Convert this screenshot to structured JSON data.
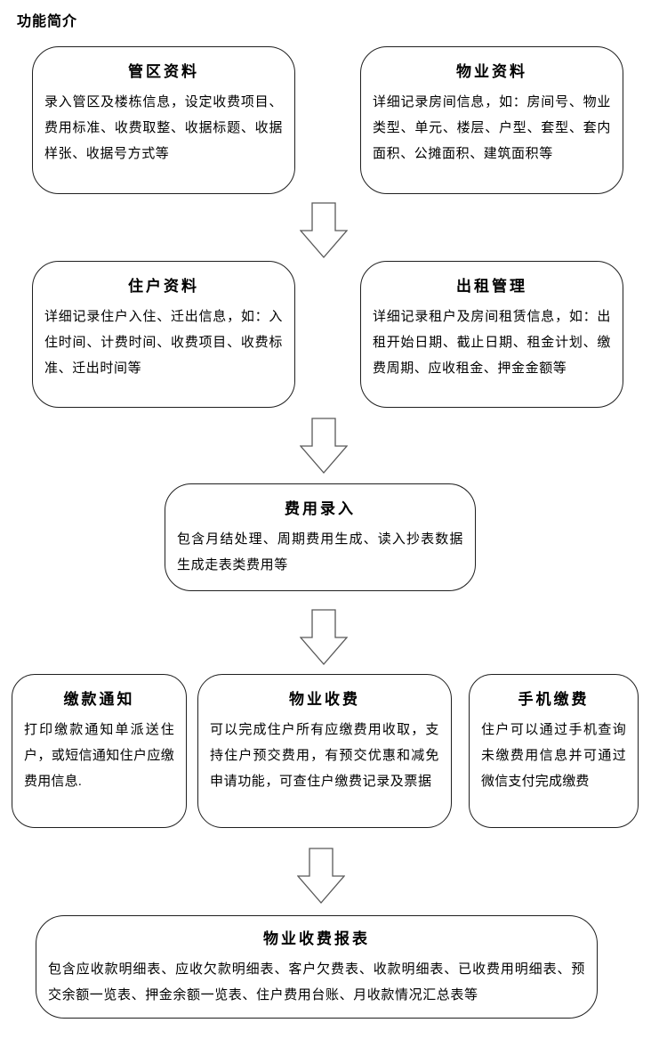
{
  "page": {
    "title": "功能简介"
  },
  "colors": {
    "background": "#ffffff",
    "text": "#000000",
    "box_border": "#1f1f1f",
    "arrow_outline": "#595959"
  },
  "icons": {
    "down_arrow": "down-block-arrow-outline",
    "down_arrow_count": 4
  },
  "boxes": [
    {
      "name": "district-data",
      "title": "管区资料",
      "body": "录入管区及楼栋信息，设定收费项目、费用标准、收费取整、收据标题、收据样张、收据号方式等"
    },
    {
      "name": "property-data",
      "title": "物业资料",
      "body": "详细记录房间信息，如：房间号、物业类型、单元、楼层、户型、套型、套内面积、公摊面积、建筑面积等"
    },
    {
      "name": "resident-data",
      "title": "住户资料",
      "body": "详细记录住户入住、迁出信息，如：入住时间、计费时间、收费项目、收费标准、迁出时间等"
    },
    {
      "name": "rental-management",
      "title": "出租管理",
      "body": "详细记录租户及房间租赁信息，如：出租开始日期、截止日期、租金计划、缴费周期、应收租金、押金金额等"
    },
    {
      "name": "fee-entry",
      "title": "费用录入",
      "body": "包含月结处理、周期费用生成、读入抄表数据生成走表类费用等"
    },
    {
      "name": "payment-notice",
      "title": "缴款通知",
      "body": "打印缴款通知单派送住户，或短信通知住户应缴费用信息."
    },
    {
      "name": "property-fee-collection",
      "title": "物业收费",
      "body": "可以完成住户所有应缴费用收取，支持住户预交费用，有预交优惠和减免申请功能，可查住户缴费记录及票据"
    },
    {
      "name": "mobile-payment",
      "title": "手机缴费",
      "body": "住户可以通过手机查询未缴费用信息并可通过微信支付完成缴费"
    },
    {
      "name": "fee-reports",
      "title": "物业收费报表",
      "body": "包含应收款明细表、应收欠款明细表、客户欠费表、收款明细表、已收费用明细表、预交余额一览表、押金余额一览表、住户费用台账、月收款情况汇总表等"
    }
  ]
}
